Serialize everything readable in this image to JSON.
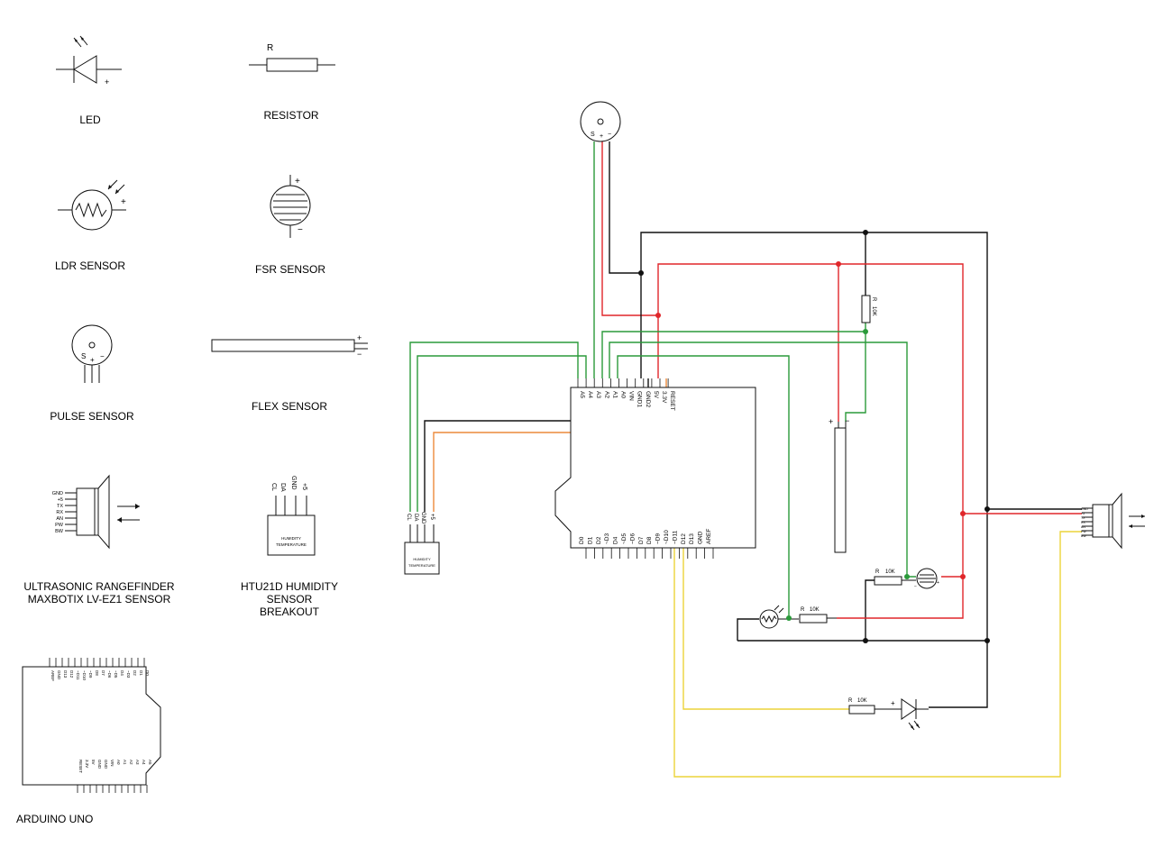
{
  "legend": {
    "led": {
      "label": "LED",
      "plus": "+"
    },
    "resistor": {
      "label": "RESISTOR",
      "symbol": "R"
    },
    "ldr": {
      "label": "LDR SENSOR",
      "plus": "+"
    },
    "fsr": {
      "label": "FSR SENSOR",
      "plus": "+",
      "minus": "−"
    },
    "pulse": {
      "label": "PULSE SENSOR",
      "pins": [
        "S",
        "+",
        "−"
      ]
    },
    "flex": {
      "label": "FLEX SENSOR",
      "plus": "+",
      "minus": "−"
    },
    "ultrasonic": {
      "label_line1": "ULTRASONIC RANGEFINDER",
      "label_line2": "MAXBOTIX LV-EZ1  SENSOR",
      "pins": [
        "GND",
        "+5",
        "TX",
        "RX",
        "AN",
        "PW",
        "BW"
      ]
    },
    "htu21d": {
      "label_line1": "HTU21D HUMIDITY",
      "label_line2": "SENSOR BREAKOUT",
      "pins": [
        "CL",
        "DA",
        "GND",
        "+5"
      ],
      "board_line1": "HUMIDITY",
      "board_line2": "TEMPERATURE"
    },
    "arduino": {
      "label": "ARDUINO UNO",
      "top_pins": [
        "AREF",
        "GND",
        "D13",
        "D12",
        "~D11",
        "~D10",
        "~D9",
        "D8",
        "D7",
        "~D6",
        "~D5",
        "D4",
        "~D3",
        "D2",
        "D1",
        "D0"
      ],
      "bottom_pins": [
        "RESET",
        "3.3V",
        "5V",
        "GND",
        "GND",
        "VIN",
        "A0",
        "A1",
        "A2",
        "A3",
        "A4",
        "A5"
      ]
    }
  },
  "circuit": {
    "arduino": {
      "power_pins": [
        "VIN",
        "GND1",
        "GND2",
        "5V",
        "3.3V",
        "RESET"
      ],
      "analog_pins": [
        "A5",
        "A4",
        "A3",
        "A2",
        "A1",
        "A0"
      ],
      "digital_pins": [
        "D0",
        "D1",
        "D2",
        "~D3",
        "D4",
        "~D5",
        "~D6",
        "D7",
        "D8",
        "~D9",
        "~D10",
        "~D11",
        "D12",
        "D13",
        "GND",
        "AREF"
      ]
    },
    "htu21d": {
      "pins": [
        "CL",
        "DA",
        "GND",
        "+5"
      ],
      "board_line1": "HUMIDITY",
      "board_line2": "TEMPERATURE"
    },
    "pulse_pins": [
      "S",
      "+",
      "−"
    ],
    "flex": {
      "plus": "+",
      "minus": "−"
    },
    "fsr": {
      "plus": "+",
      "minus": "−"
    },
    "resistor_fsr": {
      "symbol": "R",
      "value": "10K"
    },
    "resistor_ldr": {
      "symbol": "R",
      "value": "10K"
    },
    "resistor_led": {
      "symbol": "R",
      "value": "10K"
    },
    "resistor_flex": {
      "symbol": "R",
      "value": "10K"
    },
    "led_plus": "+",
    "ultrasonic_pins": [
      "GND",
      "+5",
      "TX",
      "RX",
      "AN",
      "PW",
      "BW"
    ]
  },
  "colors": {
    "ground_wire": "#111111",
    "power_wire": "#e0262a",
    "signal_wire": "#2a9a3a",
    "htu_power_wire": "#ec8a3c",
    "digital_wire": "#ecd43a"
  }
}
